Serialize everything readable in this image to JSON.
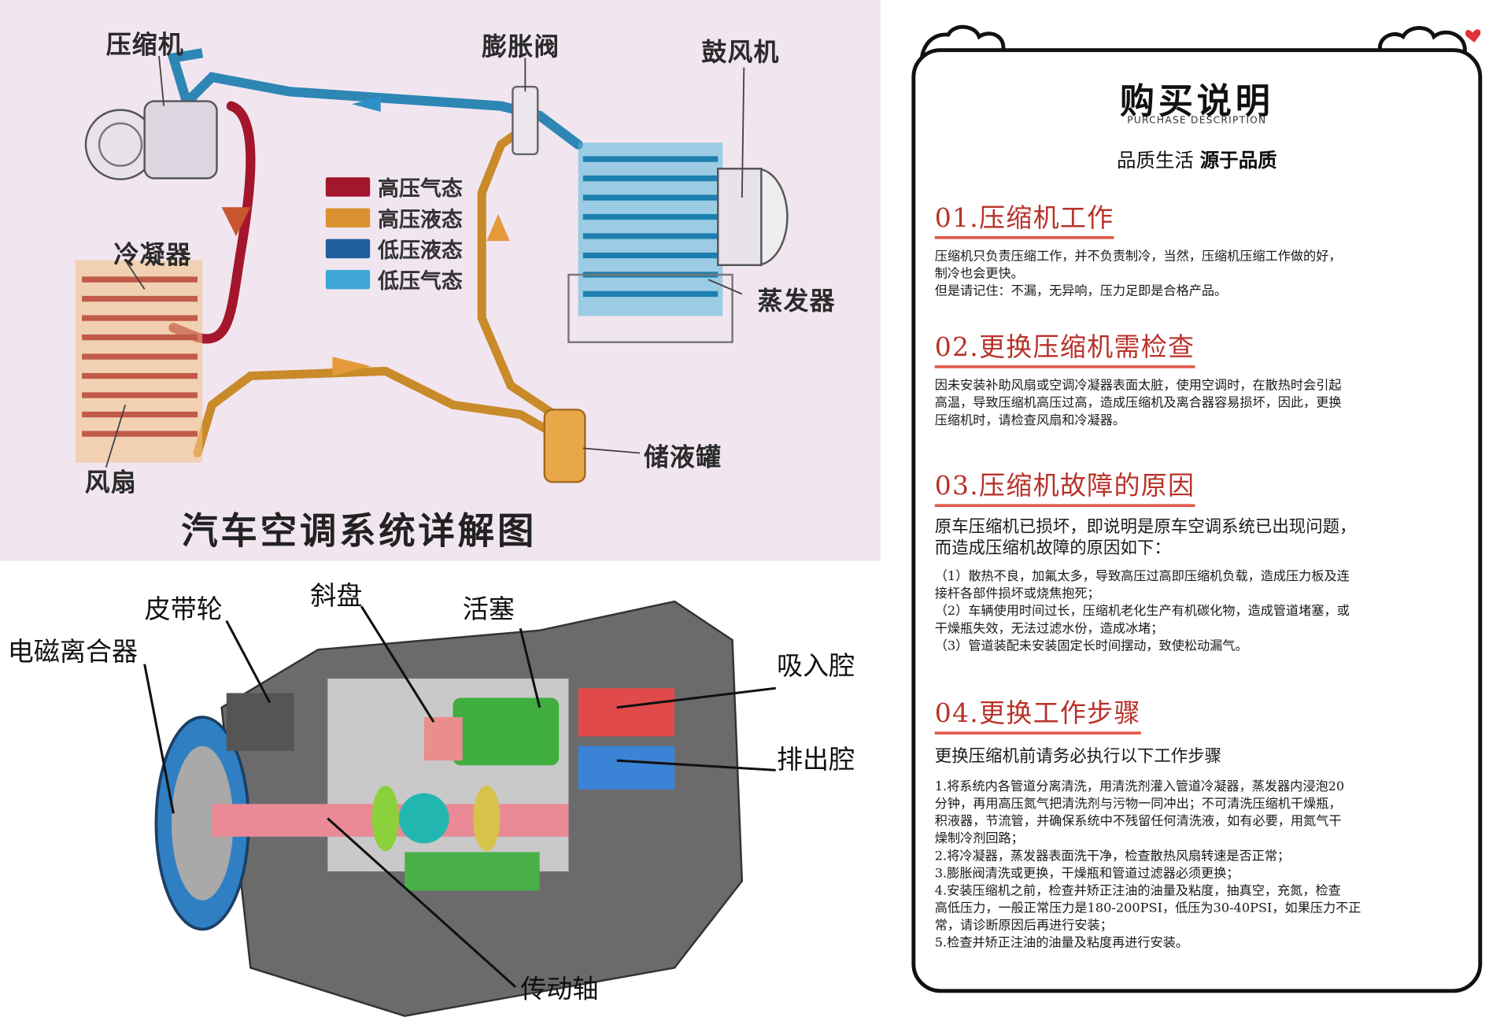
{
  "ac_diagram": {
    "title": "汽车空调系统详解图",
    "labels": {
      "compressor": "压缩机",
      "expansion_valve": "膨胀阀",
      "blower": "鼓风机",
      "condenser": "冷凝器",
      "evaporator": "蒸发器",
      "fan": "风扇",
      "receiver_drier": "储液罐"
    },
    "legend": [
      {
        "label": "高压气态",
        "color": "#a3162b"
      },
      {
        "label": "高压液态",
        "color": "#d9922f"
      },
      {
        "label": "低压液态",
        "color": "#1f5f9e"
      },
      {
        "label": "低压气态",
        "color": "#3fa7d6"
      }
    ]
  },
  "compressor_diagram": {
    "labels": {
      "pulley": "皮带轮",
      "swash_plate": "斜盘",
      "piston": "活塞",
      "clutch": "电磁离合器",
      "suction_chamber": "吸入腔",
      "discharge_chamber": "排出腔",
      "drive_shaft": "传动轴"
    }
  },
  "purchase": {
    "title": "购买说明",
    "subtitle": "PURCHASE DESCRIPTION",
    "slogan_left": "品质生活 ",
    "slogan_right": "源于品质",
    "sections": [
      {
        "heading": "01.压缩机工作",
        "lines": [
          "压缩机只负责压缩工作，并不负责制冷，当然，压缩机压缩工作做的好，",
          "制冷也会更快。",
          "但是请记住：不漏，无异响，压力足即是合格产品。"
        ]
      },
      {
        "heading": "02.更换压缩机需检查",
        "lines": [
          "因未安装补助风扇或空调冷凝器表面太脏，使用空调时，在散热时会引起",
          "高温，导致压缩机高压过高，造成压缩机及离合器容易损坏，因此，更换",
          "压缩机时，请检查风扇和冷凝器。"
        ]
      },
      {
        "heading": "03.压缩机故障的原因",
        "intro": [
          "原车压缩机已损坏，即说明是原车空调系统已出现问题，",
          "而造成压缩机故障的原因如下："
        ],
        "lines": [
          "（1）散热不良，加氟太多，导致高压过高即压缩机负载，造成压力板及连",
          "接杆各部件损坏或烧焦抱死；",
          "（2）车辆使用时间过长，压缩机老化生产有机碳化物，造成管道堵塞，或",
          "干燥瓶失效，无法过滤水份，造成冰堵；",
          "（3）管道装配未安装固定长时间摆动，致使松动漏气。"
        ]
      },
      {
        "heading": "04.更换工作步骤",
        "intro": [
          "更换压缩机前请务必执行以下工作步骤"
        ],
        "lines": [
          "1.将系统内各管道分离清洗，用清洗剂灌入管道冷凝器，蒸发器内浸泡20",
          "分钟，再用高压氮气把清洗剂与污物一同冲出；不可清洗压缩机干燥瓶，",
          "积液器，节流管，并确保系统中不残留任何清洗液，如有必要，用氮气干",
          "燥制冷剂回路；",
          "2.将冷凝器，蒸发器表面洗干净，检查散热风扇转速是否正常；",
          "3.膨胀阀清洗或更换，干燥瓶和管道过滤器必须更换；",
          "4.安装压缩机之前，检查并矫正注油的油量及粘度，抽真空，充氮，检查",
          "高低压力，一般正常压力是180-200PSI，低压为30-40PSI，如果压力不正",
          "常，请诊断原因后再进行安装；",
          "5.检查并矫正注油的油量及粘度再进行安装。"
        ]
      }
    ]
  }
}
